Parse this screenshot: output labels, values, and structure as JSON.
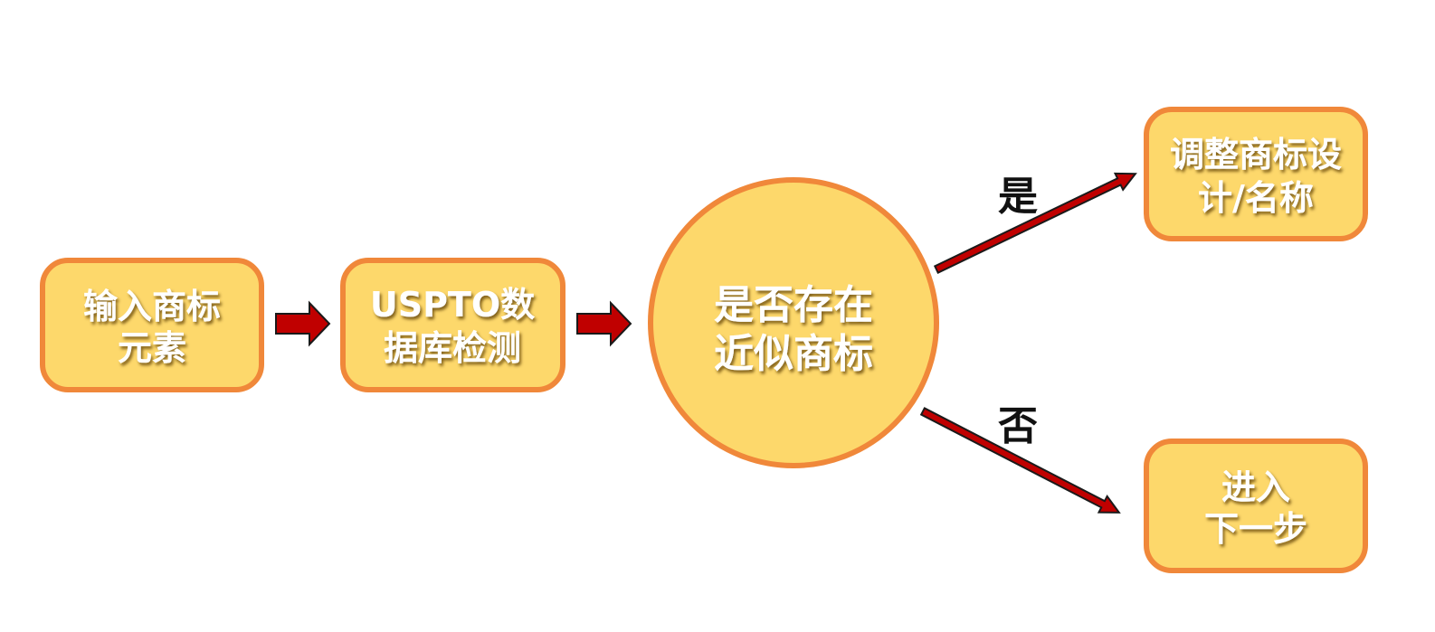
{
  "nodes": {
    "input": {
      "lines": [
        "输入商标",
        "元素"
      ]
    },
    "uspto": {
      "lines": [
        "USPTO数",
        "据库检测"
      ]
    },
    "decision": {
      "lines": [
        "是否存在",
        "近似商标"
      ]
    },
    "adjust": {
      "lines": [
        "调整商标设",
        "计/名称"
      ]
    },
    "next": {
      "lines": [
        "进入",
        "下一步"
      ]
    }
  },
  "edges": {
    "yes_label": "是",
    "no_label": "否"
  },
  "colors": {
    "node_fill": "#FDD86B",
    "node_border": "#F0883A",
    "arrow_fill": "#C00000",
    "arrow_outline": "#1a1a1a",
    "node_text": "#FFFFFF",
    "label_text": "#111111"
  }
}
